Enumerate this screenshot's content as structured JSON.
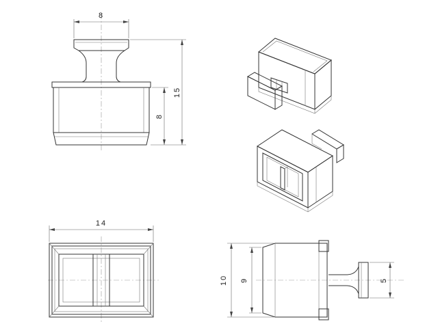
{
  "dimensions": {
    "knob_width": "8",
    "total_height": "15",
    "body_height": "8",
    "bottom_width": "14",
    "side_height_outer": "10",
    "side_height_inner": "9",
    "side_knob_height": "5"
  },
  "colors": {
    "line": "#333333",
    "dimension": "#666666",
    "background": "#ffffff"
  }
}
